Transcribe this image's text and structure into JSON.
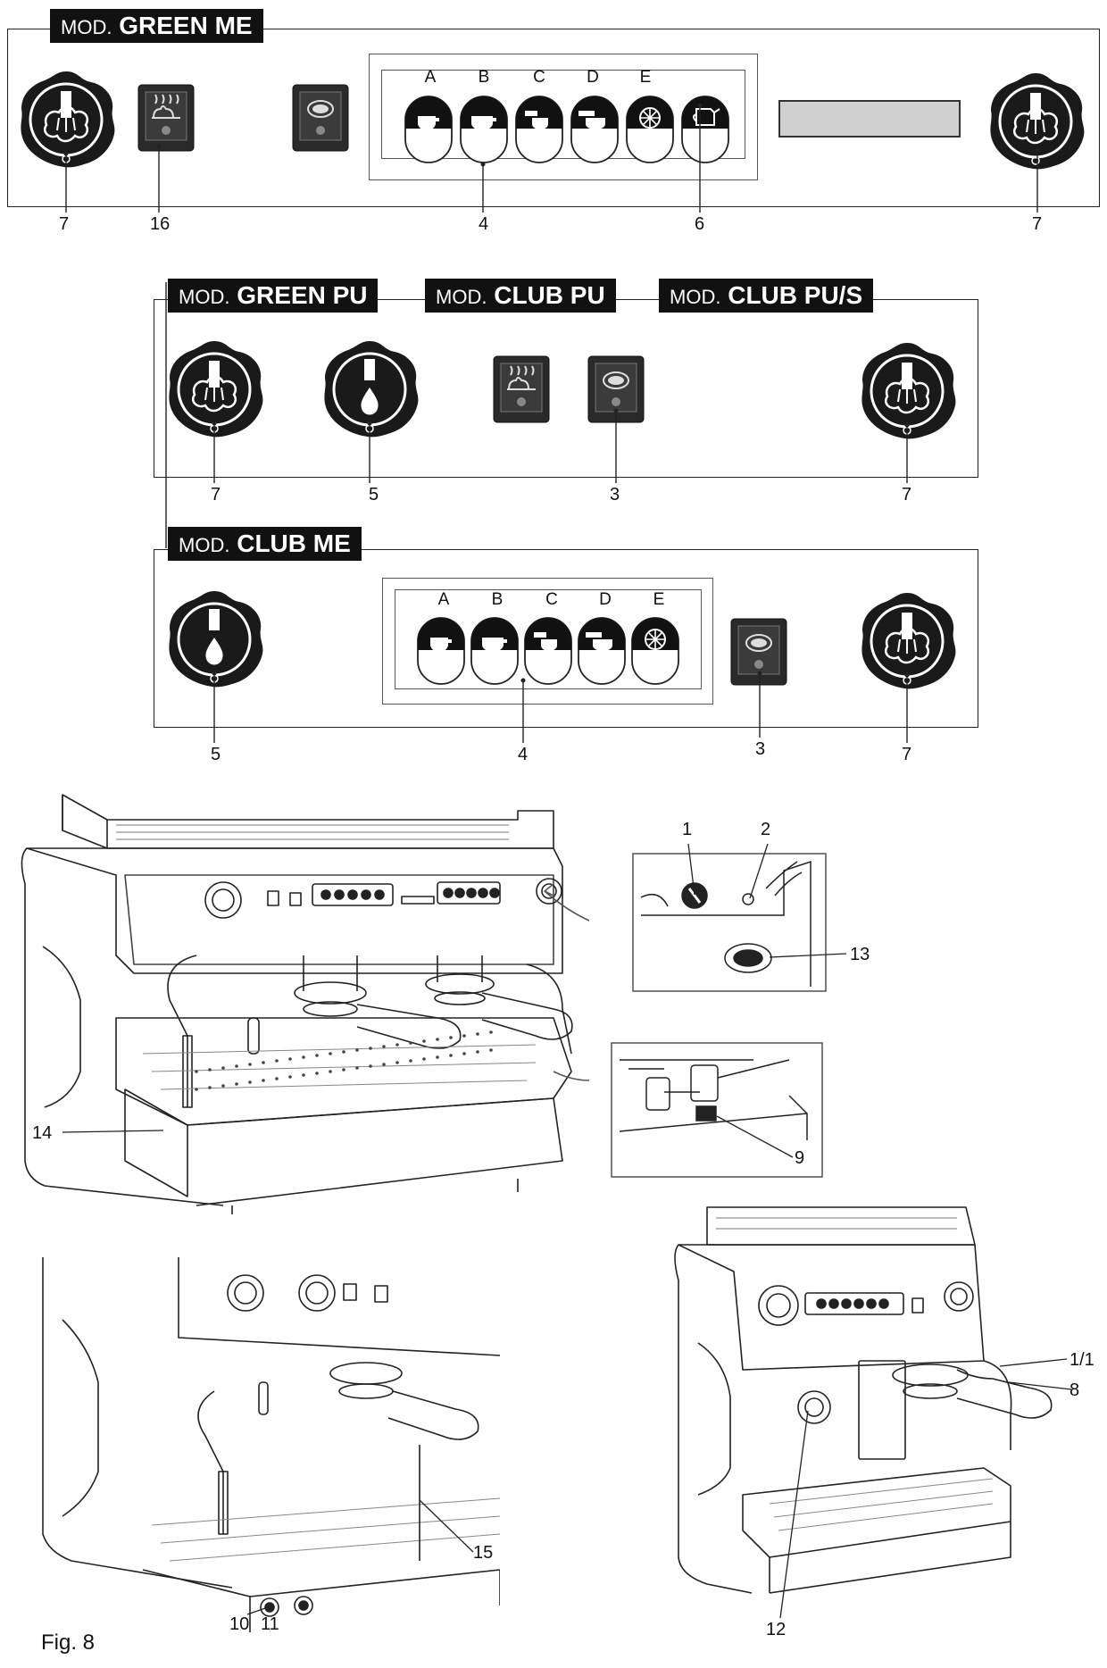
{
  "panels": {
    "green_me": {
      "tag_prefix": "MOD.",
      "tag_name": "GREEN ME"
    },
    "green_pu": {
      "tag_prefix": "MOD.",
      "tag_name": "GREEN PU"
    },
    "club_pu": {
      "tag_prefix": "MOD.",
      "tag_name": "CLUB PU"
    },
    "club_pus": {
      "tag_prefix": "MOD.",
      "tag_name": "CLUB PU/S"
    },
    "club_me": {
      "tag_prefix": "MOD.",
      "tag_name": "CLUB ME"
    }
  },
  "keypad_labels": [
    "A",
    "B",
    "C",
    "D",
    "E"
  ],
  "callouts": {
    "p1": [
      "7",
      "16",
      "4",
      "6",
      "7"
    ],
    "p2": [
      "7",
      "5",
      "3",
      "7"
    ],
    "p3": [
      "5",
      "4",
      "3",
      "7"
    ],
    "machine1": [
      "1",
      "2",
      "13",
      "14",
      "9"
    ],
    "machine2": [
      "15",
      "10",
      "11"
    ],
    "machine3": [
      "1/1",
      "8",
      "12"
    ]
  },
  "figure_label": "Fig. 8",
  "icons": [
    "steam-knob-icon",
    "hot-water-knob-icon",
    "steam-wand-button-icon",
    "cup-button-icon",
    "keypad-cup-icon",
    "continuous-dosing-icon",
    "teapot-icon"
  ],
  "colors": {
    "ink": "#111111",
    "display": "#d0d0d0",
    "button": "#2a2a2a"
  }
}
